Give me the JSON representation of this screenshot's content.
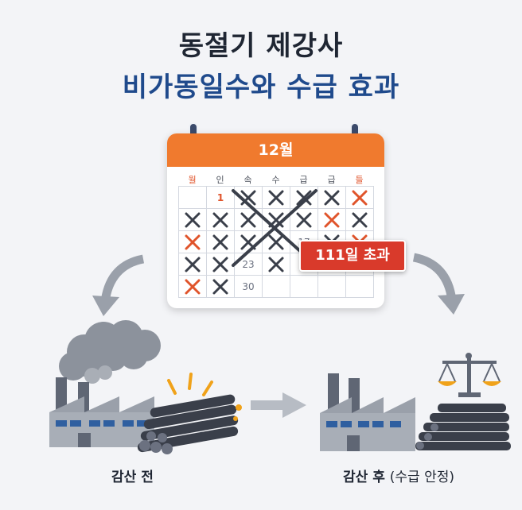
{
  "title": {
    "line1": "동절기 제강사",
    "line2": "비가동일수와 수급 효과"
  },
  "calendar": {
    "month": "12월",
    "weekdays": [
      "월",
      "인",
      "속",
      "수",
      "급",
      "급",
      "들"
    ],
    "rows": [
      [
        "",
        "1",
        "x",
        "x",
        "x",
        "x",
        "x"
      ],
      [
        "x",
        "x",
        "x",
        "x",
        "x",
        "x",
        "x"
      ],
      [
        "x",
        "x",
        "x",
        "x",
        "17",
        "x",
        "x"
      ],
      [
        "x",
        "x",
        "23",
        "x",
        "",
        "",
        ""
      ],
      [
        "x",
        "x",
        "30",
        "",
        "",
        "",
        ""
      ]
    ],
    "badge": "111일 초과"
  },
  "labels": {
    "before": "감산 전",
    "after_main": "감산 후",
    "after_sub": "(수급 안정)"
  },
  "colors": {
    "header": "#f07a2e",
    "badge": "#d93a2b",
    "title_blue": "#1f4a8c",
    "cross": "#3a3f4a",
    "cross_orange": "#e0542b"
  }
}
